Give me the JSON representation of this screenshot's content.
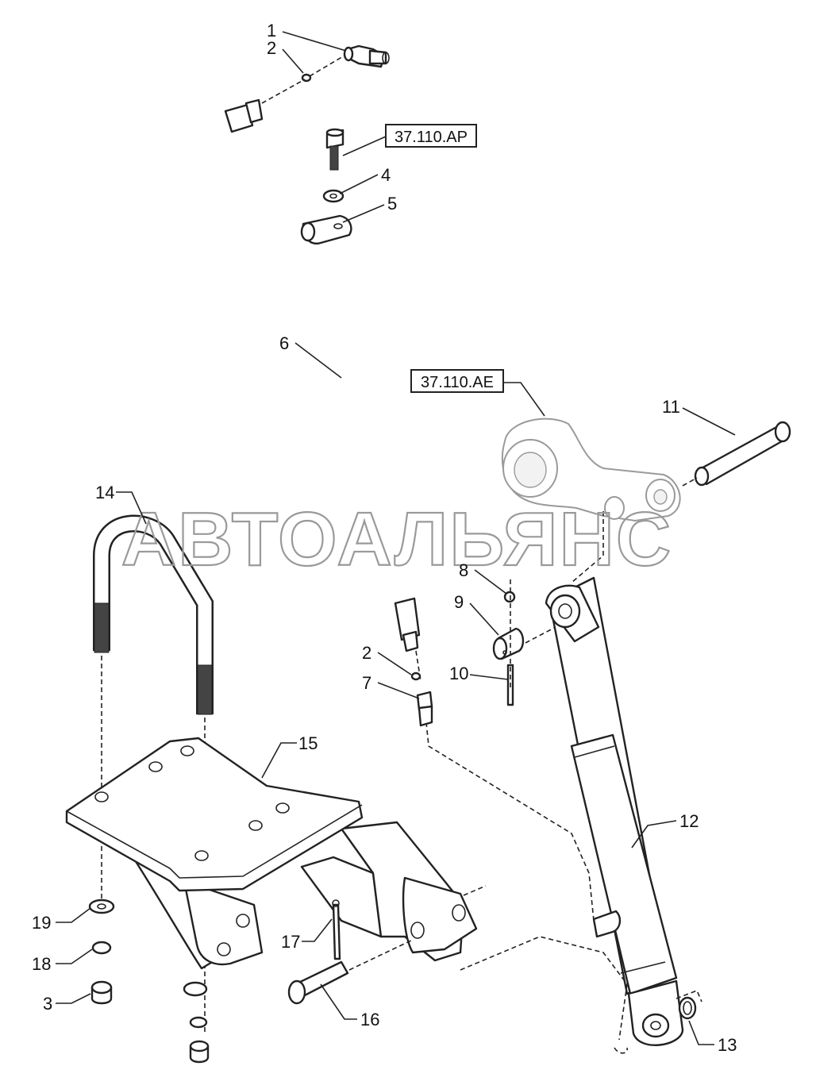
{
  "references": {
    "ref_37_110_ap": "37.110.AP",
    "ref_37_110_ae": "37.110.AE"
  },
  "callouts": {
    "c1": "1",
    "c2_top": "2",
    "c4": "4",
    "c5": "5",
    "c6": "6",
    "c2_bottom": "2",
    "c7": "7",
    "c8": "8",
    "c9": "9",
    "c10": "10",
    "c11": "11",
    "c12": "12",
    "c13": "13",
    "c14": "14",
    "c15": "15",
    "c16": "16",
    "c17": "17",
    "c18": "18",
    "c19": "19",
    "c3": "3"
  },
  "watermark": "АВТОАЛЬЯНС",
  "colors": {
    "line": "#222222",
    "background": "#ffffff",
    "watermark": "#9a9a9a"
  }
}
